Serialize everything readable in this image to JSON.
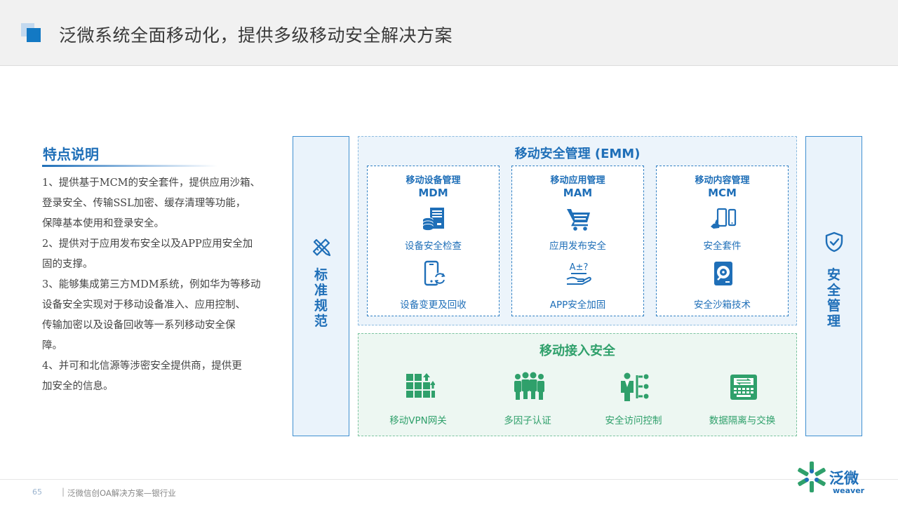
{
  "header": {
    "title": "泛微系统全面移动化，提供多级移动安全解决方案"
  },
  "features": {
    "title": "特点说明",
    "lines": [
      "1、提供基于MCM的安全套件，提供应用沙箱、",
      "登录安全、传输SSL加密、缓存清理等功能，",
      "保障基本使用和登录安全。",
      "2、提供对于应用发布安全以及APP应用安全加",
      "固的支撑。",
      "3、能够集成第三方MDM系统，例如华为等移动",
      "设备安全实现对于移动设备准入、应用控制、",
      "传输加密以及设备回收等一系列移动安全保",
      "障。",
      "4、并可和北信源等涉密安全提供商，提供更",
      "加安全的信息。"
    ]
  },
  "left_column": {
    "chars": [
      "标",
      "准",
      "规",
      "范"
    ],
    "icon": "pencil-ruler-icon"
  },
  "right_column": {
    "chars": [
      "安",
      "全",
      "管",
      "理"
    ],
    "icon": "shield-check-icon"
  },
  "emm": {
    "title": "移动安全管理 (EMM)",
    "cards": [
      {
        "title": "移动设备管理",
        "abbr": "MDM",
        "item1": "设备安全检查",
        "item2": "设备变更及回收",
        "icon1": "server-database-icon",
        "icon2": "phone-refresh-icon"
      },
      {
        "title": "移动应用管理",
        "abbr": "MAM",
        "item1": "应用发布安全",
        "item2": "APP安全加固",
        "icon1": "shopping-cart-icon",
        "icon2": "hand-formula-icon"
      },
      {
        "title": "移动内容管理",
        "abbr": "MCM",
        "item1": "安全套件",
        "item2": "安全沙箱技术",
        "icon1": "devices-icon",
        "icon2": "hard-disk-icon"
      }
    ]
  },
  "access": {
    "title": "移动接入安全",
    "items": [
      {
        "label": "移动VPN网关",
        "icon": "vpn-gateway-icon"
      },
      {
        "label": "多因子认证",
        "icon": "multi-user-icon"
      },
      {
        "label": "安全访问控制",
        "icon": "access-control-icon"
      },
      {
        "label": "数据隔离与交换",
        "icon": "data-exchange-icon"
      }
    ]
  },
  "footer": {
    "page": "65",
    "separator": "|",
    "text": "泛微信创OA解决方案—银行业"
  },
  "logo": {
    "main": "泛微",
    "sub": "weaver"
  },
  "colors": {
    "blue": "#1f6fb8",
    "green": "#2fa06b",
    "panel_blue": "#ecf4fb",
    "panel_green": "#edf7f2"
  }
}
